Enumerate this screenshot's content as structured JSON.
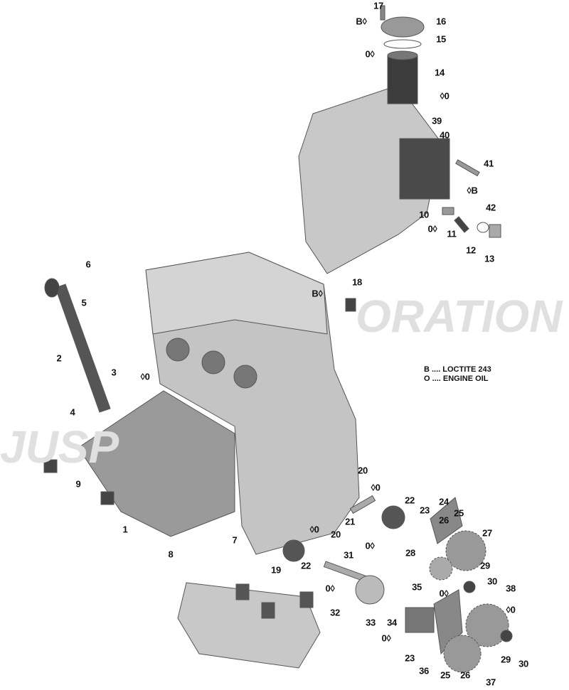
{
  "watermark": {
    "left": "JUSP",
    "right": "ORATION"
  },
  "legend": [
    {
      "code": "B",
      "text": "B .... LOCTITE 243"
    },
    {
      "code": "O",
      "text": "O .... ENGINE OIL"
    }
  ],
  "callouts": [
    "17",
    "B◊",
    "16",
    "15",
    "0◊",
    "14",
    "◊0",
    "39",
    "40",
    "41",
    "◊B",
    "42",
    "10",
    "0◊",
    "11",
    "12",
    "13",
    "6",
    "18",
    "B◊",
    "5",
    "2",
    "3",
    "◊0",
    "4",
    "9",
    "20",
    "◊0",
    "22",
    "24",
    "23",
    "25",
    "1",
    "21",
    "0◊",
    "26",
    "27",
    "7",
    "◊0",
    "20",
    "8",
    "31",
    "28",
    "29",
    "22",
    "19",
    "30",
    "35",
    "0◊",
    "0◊",
    "38",
    "◊0",
    "32",
    "33",
    "34",
    "0◊",
    "29",
    "30",
    "23",
    "36",
    "25",
    "26",
    "37"
  ],
  "colors": {
    "part": "#8a8a8a",
    "part_light": "#c8c8c8",
    "part_dark": "#3a3a3a",
    "text": "#111111"
  }
}
